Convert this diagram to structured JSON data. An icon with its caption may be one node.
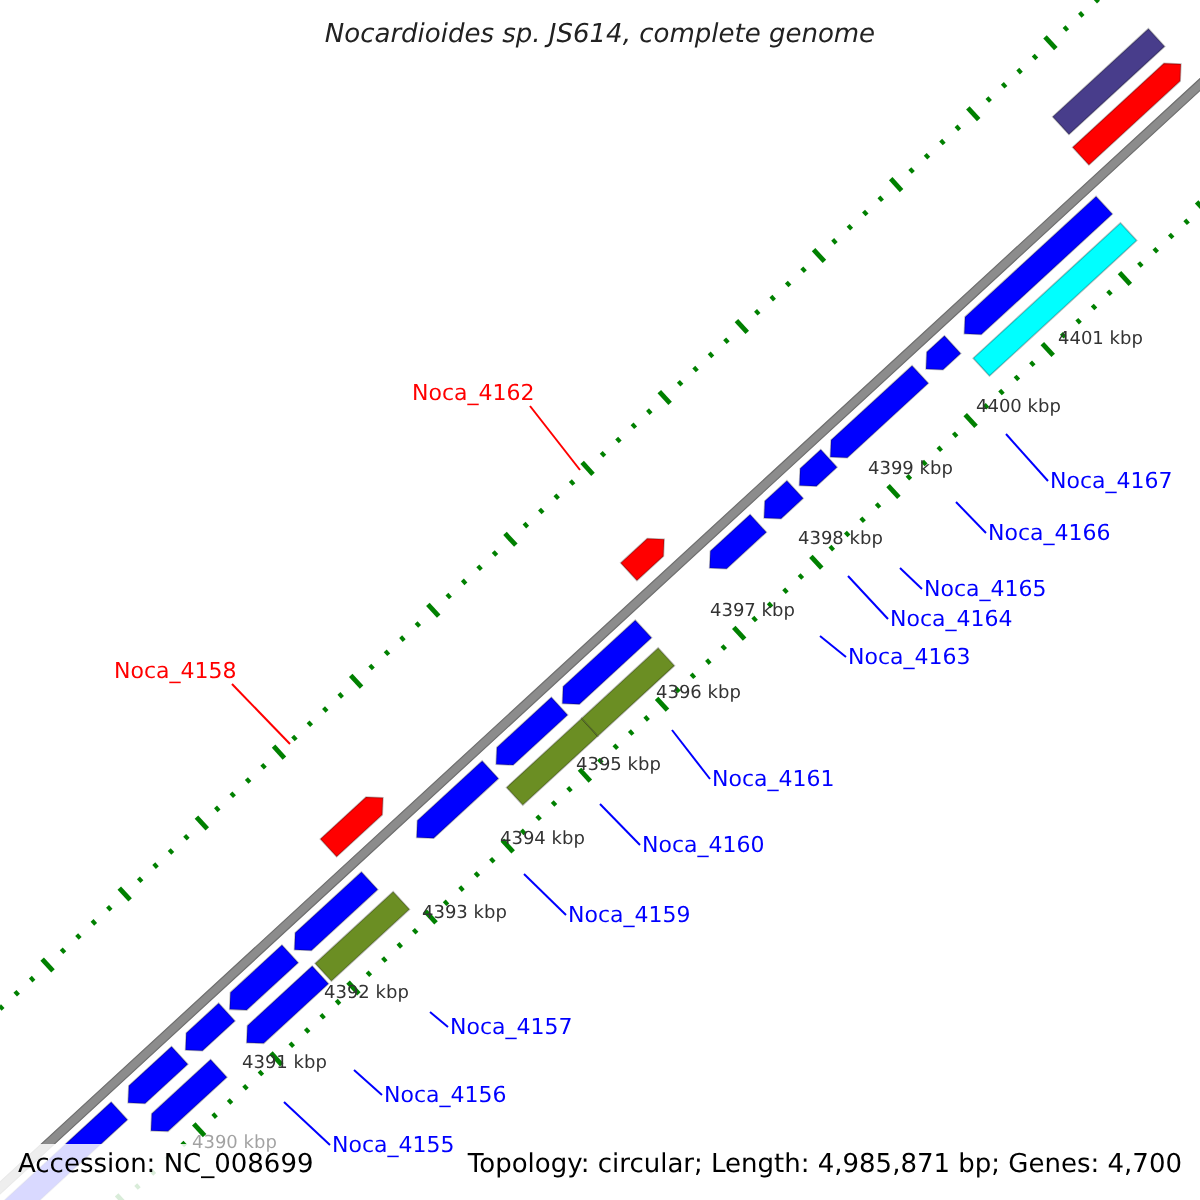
{
  "diagram": {
    "title": "Nocardioides sp. JS614, complete genome",
    "nodes": [
      {
        "text": [
          "Noca_4162"
        ]
      },
      {
        "text": [
          "Noca_4167"
        ]
      },
      {
        "text": [
          "Noca_4166"
        ]
      },
      {
        "text": [
          "Noca_4165"
        ]
      },
      {
        "text": [
          "Noca_4164"
        ]
      },
      {
        "text": [
          "Noca_4163"
        ]
      },
      {
        "text": [
          "Noca_4158"
        ]
      },
      {
        "text": [
          "Noca_4161"
        ]
      },
      {
        "text": [
          "Noca_4160"
        ]
      },
      {
        "text": [
          "Noca_4159"
        ]
      },
      {
        "text": [
          "Noca_4157"
        ]
      },
      {
        "text": [
          "Noca_4156"
        ]
      },
      {
        "text": [
          "Noca_4155"
        ]
      }
    ],
    "edges": [
      {
        "from": 0,
        "to": null,
        "arrow": "none",
        "color": "#ff0000"
      },
      {
        "from": 1,
        "to": null,
        "arrow": "none"
      },
      {
        "from": 2,
        "to": null,
        "arrow": "none"
      },
      {
        "from": 3,
        "to": null,
        "arrow": "none"
      },
      {
        "from": 4,
        "to": null,
        "arrow": "none"
      },
      {
        "from": 5,
        "to": null,
        "arrow": "none"
      },
      {
        "from": 6,
        "to": null,
        "arrow": "none",
        "color": "#ff0000"
      },
      {
        "from": 7,
        "to": null,
        "arrow": "none"
      },
      {
        "from": 8,
        "to": null,
        "arrow": "none"
      },
      {
        "from": 9,
        "to": null,
        "arrow": "none"
      },
      {
        "from": 10,
        "to": null,
        "arrow": "none"
      },
      {
        "from": 11,
        "to": null,
        "arrow": "none"
      },
      {
        "from": 12,
        "to": null,
        "arrow": "none"
      }
    ],
    "labels": [
      "4401 kbp",
      "4400 kbp",
      "4399 kbp",
      "4398 kbp",
      "4397 kbp",
      "4396 kbp",
      "4395 kbp",
      "4394 kbp",
      "4393 kbp",
      "4392 kbp",
      "4391 kbp",
      "4390 kbp",
      "Accession: NC_008699",
      "Topology: circular; Length: 4,985,871 bp; Genes: 4,700"
    ]
  }
}
